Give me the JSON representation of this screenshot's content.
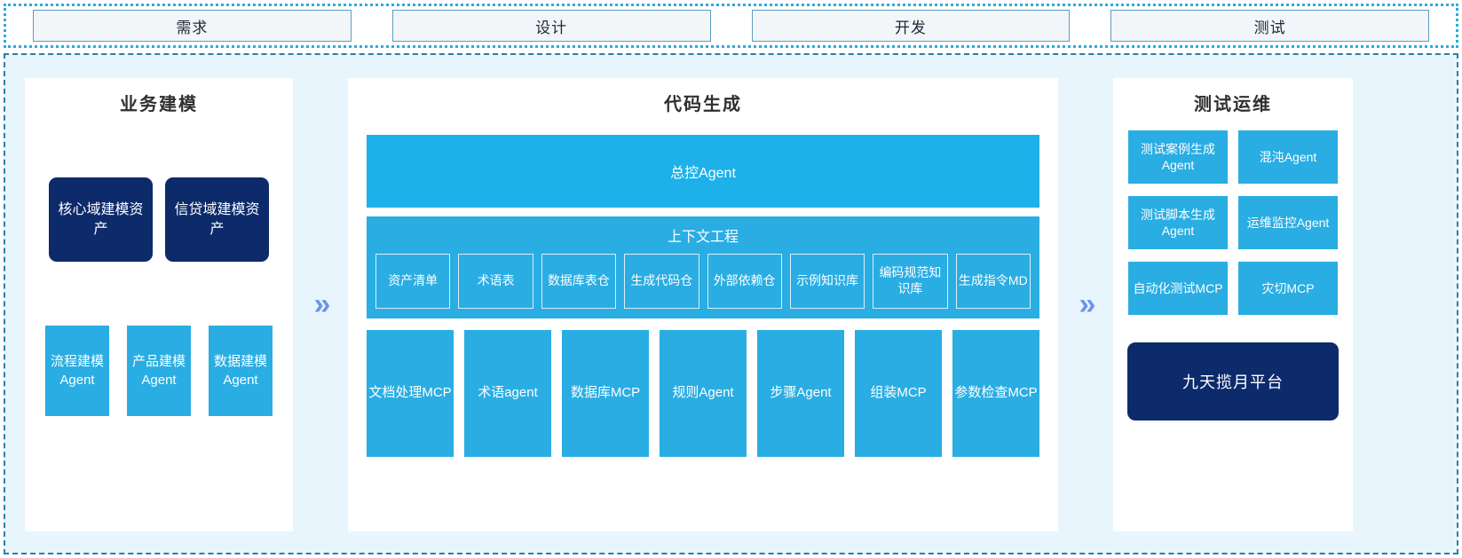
{
  "stages": [
    {
      "label": "需求"
    },
    {
      "label": "设计"
    },
    {
      "label": "开发"
    },
    {
      "label": "测试"
    }
  ],
  "flow_arrow": "»",
  "colors": {
    "accent_blue": "#29ADE3",
    "master_blue": "#1EB0E9",
    "navy": "#0D2A6B",
    "region_bg": "#E9F5FD",
    "dashed_border": "#2a7fa8",
    "dotted_border": "#29ABE2",
    "stage_border": "#5E9BC0",
    "stage_bg": "#F2F6F9",
    "chevron": "#6C95E8"
  },
  "panels": {
    "business_modeling": {
      "title": "业务建模",
      "assets": [
        {
          "label": "核心域建模资产"
        },
        {
          "label": "信贷域建模资产"
        }
      ],
      "agents": [
        {
          "label": "流程建模Agent"
        },
        {
          "label": "产品建模Agent"
        },
        {
          "label": "数据建模Agent"
        }
      ]
    },
    "code_generation": {
      "title": "代码生成",
      "master_agent": "总控Agent",
      "context_engineering": {
        "title": "上下文工程",
        "items": [
          {
            "label": "资产清单"
          },
          {
            "label": "术语表"
          },
          {
            "label": "数据库表仓"
          },
          {
            "label": "生成代码仓"
          },
          {
            "label": "外部依赖仓"
          },
          {
            "label": "示例知识库"
          },
          {
            "label": "编码规范知识库"
          },
          {
            "label": "生成指令MD"
          }
        ]
      },
      "tools": [
        {
          "label": "文档处理MCP"
        },
        {
          "label": "术语agent"
        },
        {
          "label": "数据库MCP"
        },
        {
          "label": "规则Agent"
        },
        {
          "label": "步骤Agent"
        },
        {
          "label": "组装MCP"
        },
        {
          "label": "参数检查MCP"
        }
      ]
    },
    "test_ops": {
      "title": "测试运维",
      "items": [
        {
          "label": "测试案例生成Agent"
        },
        {
          "label": "混沌Agent"
        },
        {
          "label": "测试脚本生成Agent"
        },
        {
          "label": "运维监控Agent"
        },
        {
          "label": "自动化测试MCP"
        },
        {
          "label": "灾切MCP"
        }
      ],
      "platform": "九天揽月平台"
    }
  }
}
